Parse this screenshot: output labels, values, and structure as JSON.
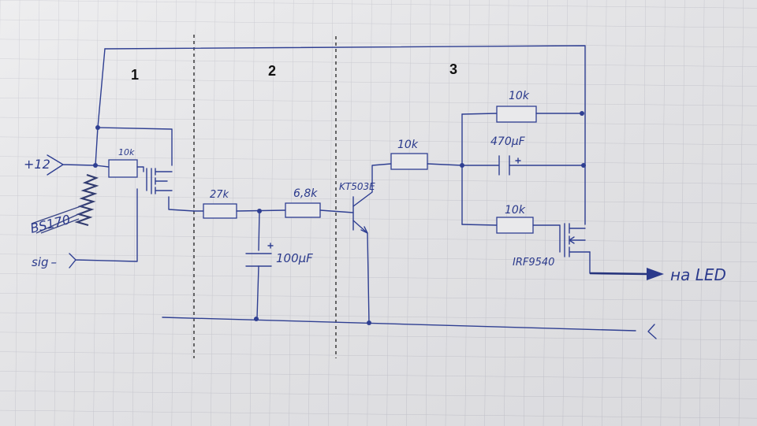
{
  "sections": [
    "1",
    "2",
    "3"
  ],
  "labels": {
    "supply": "+12",
    "sig": "sig –",
    "scribble": "BS170",
    "r_in": "10k",
    "r27": "27k",
    "r68": "6,8k",
    "cap100": "100µF",
    "transistor": "KT503E",
    "r10_base": "10k",
    "r10_top": "10k",
    "cap470": "470µF",
    "r10_gate": "10k",
    "mosfet": "IRF9540",
    "out": "на LED",
    "ground": "<–"
  },
  "colors": {
    "ink": "#2f3f92",
    "paper": "#e9e9eb",
    "grid": "#c4c4cc"
  },
  "icons": [
    "arrow-in-icon",
    "resistor-icon",
    "capacitor-icon",
    "npn-transistor-icon",
    "mosfet-icon",
    "arrow-out-icon"
  ]
}
